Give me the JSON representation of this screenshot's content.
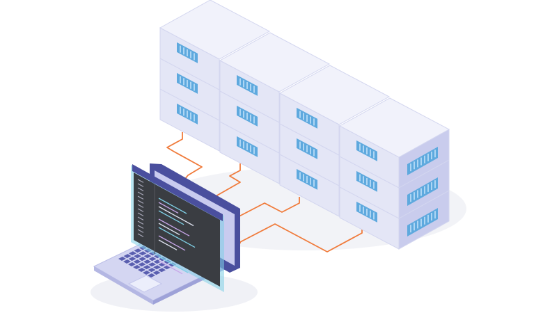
{
  "illustration": {
    "subject": "server-rack-connected-to-laptop",
    "server_grid": {
      "columns": 4,
      "rows": 3
    },
    "components": [
      "server-block",
      "vent-icon",
      "network-cable",
      "laptop",
      "code-screen",
      "keyboard",
      "trackpad"
    ]
  },
  "colors": {
    "background": "#ffffff",
    "server_top": "#f1f2fb",
    "server_left": "#e4e6f6",
    "server_right": "#c9cced",
    "server_edge": "#d3d6ef",
    "vent": "#5ea9de",
    "vent_stripe": "#d9efff",
    "cable": "#f07a3a",
    "laptop_body": "#d4d6f2",
    "laptop_frame": "#4a4f9e",
    "screen": "#3a3d42",
    "screen_accent": "#7fd0e6",
    "keys": "#5a5fb0",
    "shadow": "#eceef4"
  }
}
